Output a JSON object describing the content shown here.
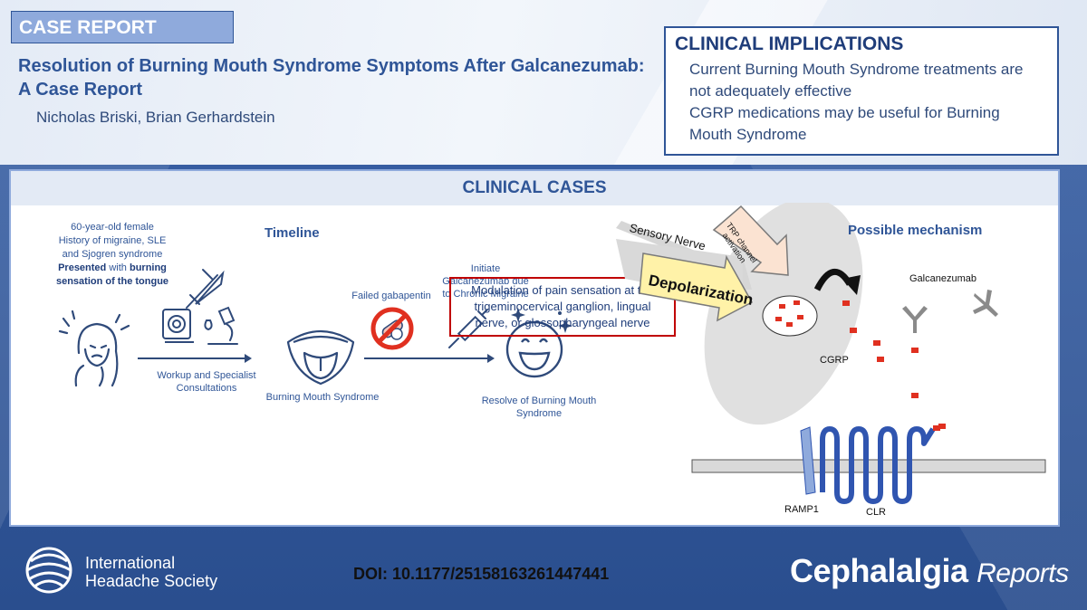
{
  "header": {
    "tag": "CASE REPORT",
    "title_line1": "Resolution of Burning Mouth Syndrome Symptoms After Galcanezumab:",
    "title_line2": "A Case Report",
    "authors": "Nicholas Briski, Brian Gerhardstein"
  },
  "implications": {
    "title": "CLINICAL IMPLICATIONS",
    "line1": "Current Burning Mouth Syndrome treatments are",
    "line2": "not adequately effective",
    "line3": "CGRP medications may be useful for Burning",
    "line4": "Mouth Syndrome"
  },
  "cases": {
    "title": "CLINICAL CASES",
    "timeline_title": "Timeline",
    "patient_line1": "60-year-old female",
    "patient_line2": "History of migraine, SLE",
    "patient_line3": "and Sjogren syndrome",
    "patient_bold1": "Presented",
    "patient_mid": " with ",
    "patient_bold2": "burning",
    "patient_bold3": "sensation of the tongue",
    "workup_line1": "Workup and Specialist",
    "workup_line2": "Consultations",
    "bms": "Burning Mouth Syndrome",
    "failed": "Failed gabapentin",
    "initiate_line1": "Initiate",
    "initiate_line2": "Galcanezumab due",
    "initiate_line3": "to Chronic Migraine",
    "resolve_line1": "Resolve of Burning Mouth",
    "resolve_line2": "Syndrome",
    "modulation_line1": "Modulation of pain sensation at the",
    "modulation_line2": "trigeminocervical ganglion, lingual",
    "modulation_line3": "nerve, or glossopharyngeal nerve"
  },
  "mechanism": {
    "title": "Possible mechanism",
    "sensory_nerve": "Sensory Nerve",
    "trp_line1": "TRP channel",
    "trp_line2": "activation",
    "depolarization": "Depolarization",
    "galcanezumab": "Galcanezumab",
    "cgrp": "CGRP",
    "ramp1": "RAMP1",
    "clr": "CLR"
  },
  "footer": {
    "society_line1": "International",
    "society_line2": "Headache Society",
    "doi": "DOI: 10.1177/25158163261447441",
    "journal_bold": "Cephalalgia",
    "journal_italic": "Reports"
  },
  "colors": {
    "brand_blue": "#2f5597",
    "accent_red": "#c00000",
    "depolarization_fill": "#fff2a8",
    "cgrp_red": "#e03020"
  }
}
